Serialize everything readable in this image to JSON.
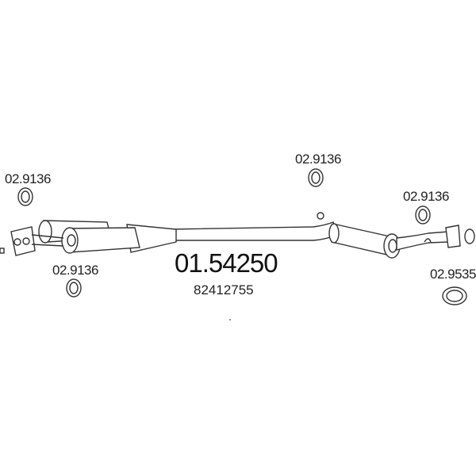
{
  "main_part_number": "01.54250",
  "oem_number": "82412755",
  "parts": [
    {
      "label": "02.9136"
    },
    {
      "label": "02.9136"
    },
    {
      "label": "02.9136"
    },
    {
      "label": "02.9136"
    },
    {
      "label": "02.9535"
    }
  ]
}
